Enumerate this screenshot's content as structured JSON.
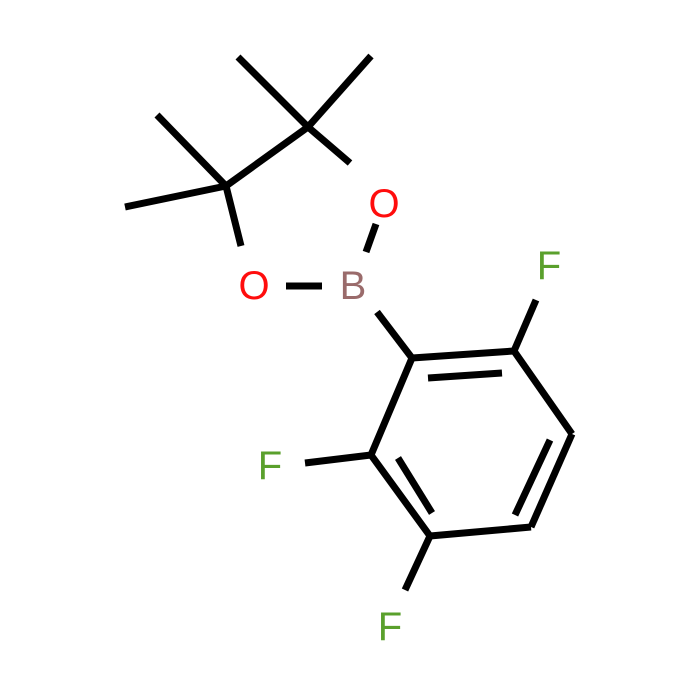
{
  "molecule": {
    "atoms": {
      "o_upper": {
        "symbol": "O",
        "color": "#ff0d0d"
      },
      "o_lower": {
        "symbol": "O",
        "color": "#ff0d0d"
      },
      "boron": {
        "symbol": "B",
        "color": "#9a6b6b"
      },
      "f_top": {
        "symbol": "F",
        "color": "#5aa02c"
      },
      "f_left": {
        "symbol": "F",
        "color": "#5aa02c"
      },
      "f_bottom": {
        "symbol": "F",
        "color": "#5aa02c"
      }
    },
    "bond_color": "#000000"
  }
}
